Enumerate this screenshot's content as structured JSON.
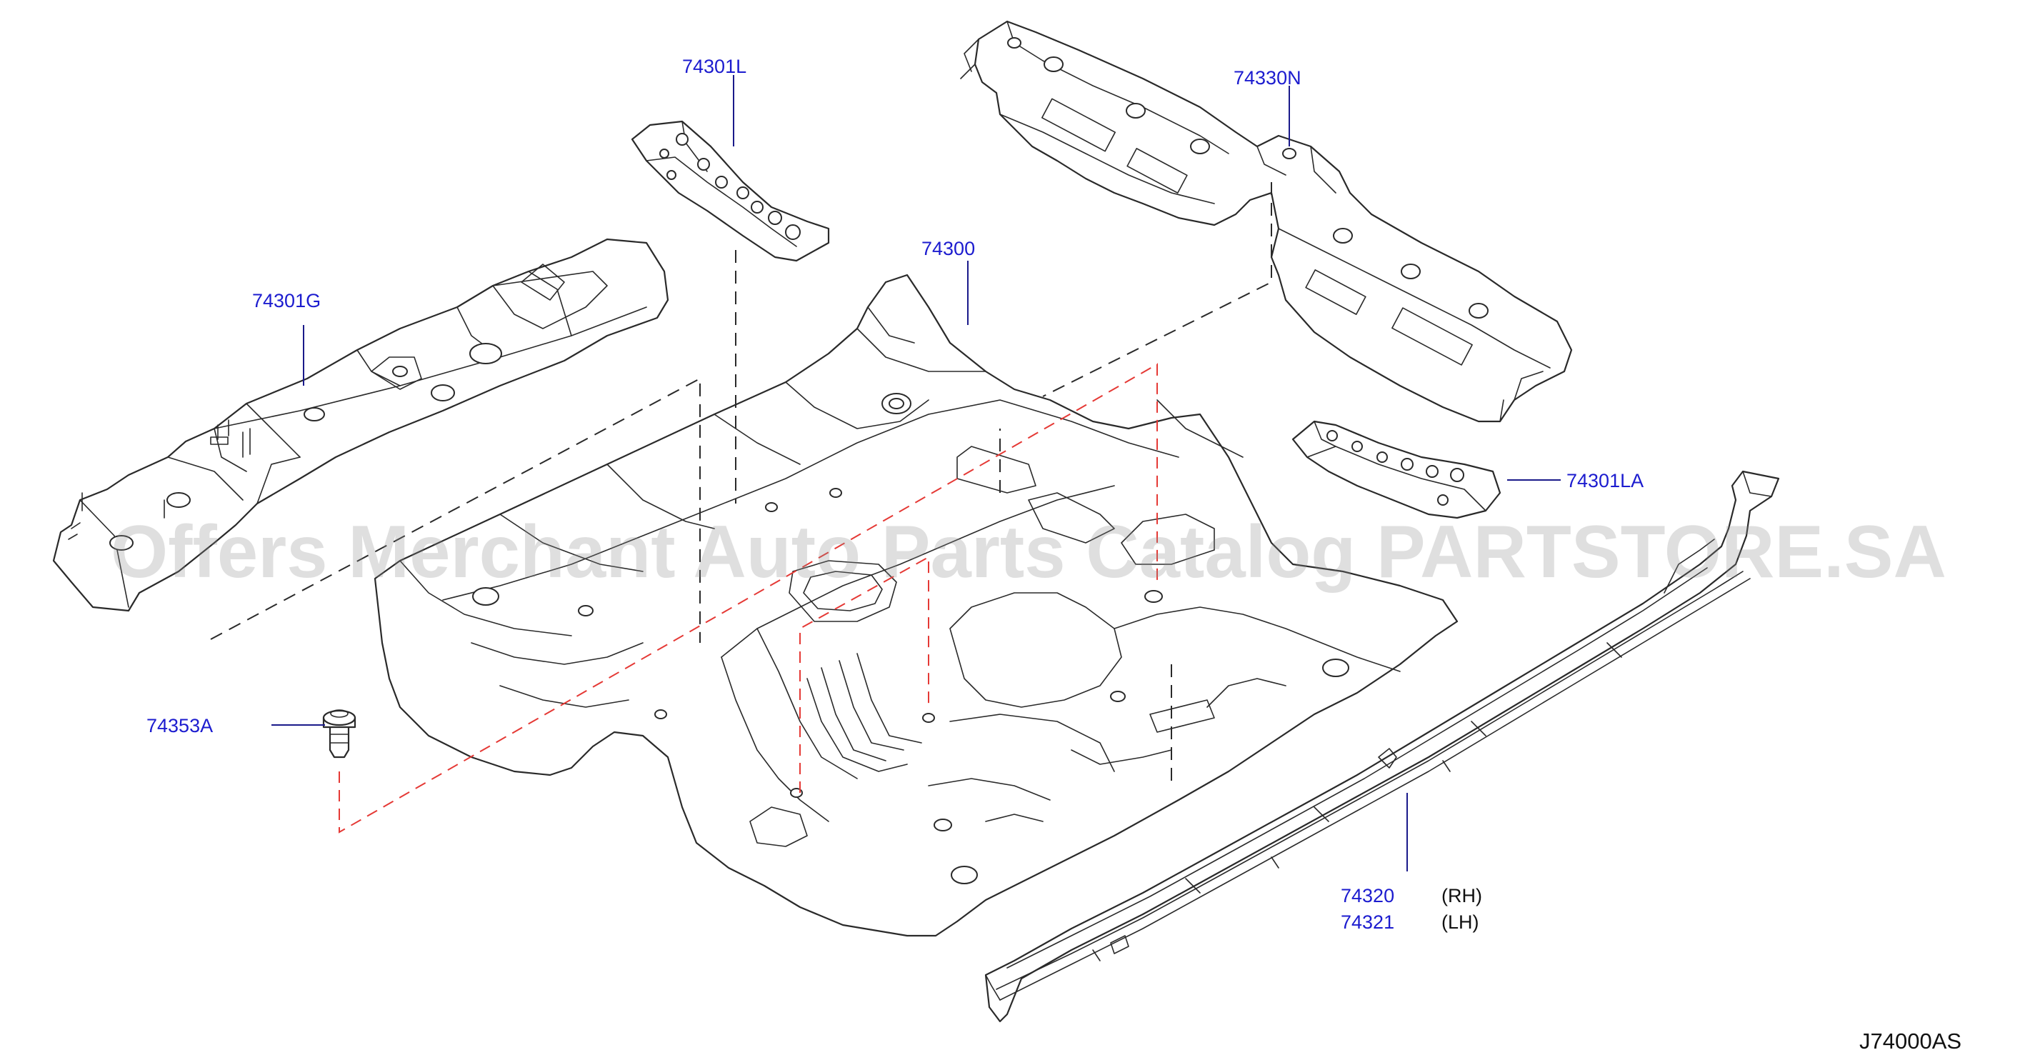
{
  "callouts": {
    "p74301L": "74301L",
    "p74330N": "74330N",
    "p74300": "74300",
    "p74301G": "74301G",
    "p74301LA": "74301LA",
    "p74353A": "74353A",
    "p74320": "74320",
    "p74321": "74321"
  },
  "side_labels": {
    "rh": "(RH)",
    "lh": "(LH)"
  },
  "diagram_code": "J74000AS",
  "watermark": "Offers Merchant Auto Parts Catalog PARTSTORE.SA",
  "colors": {
    "callout": "#1c1ccf",
    "leader": "#1a1a8a",
    "line": "#2a2a2a",
    "dashed_red": "#e53935",
    "watermark": "#8c8c8c"
  }
}
